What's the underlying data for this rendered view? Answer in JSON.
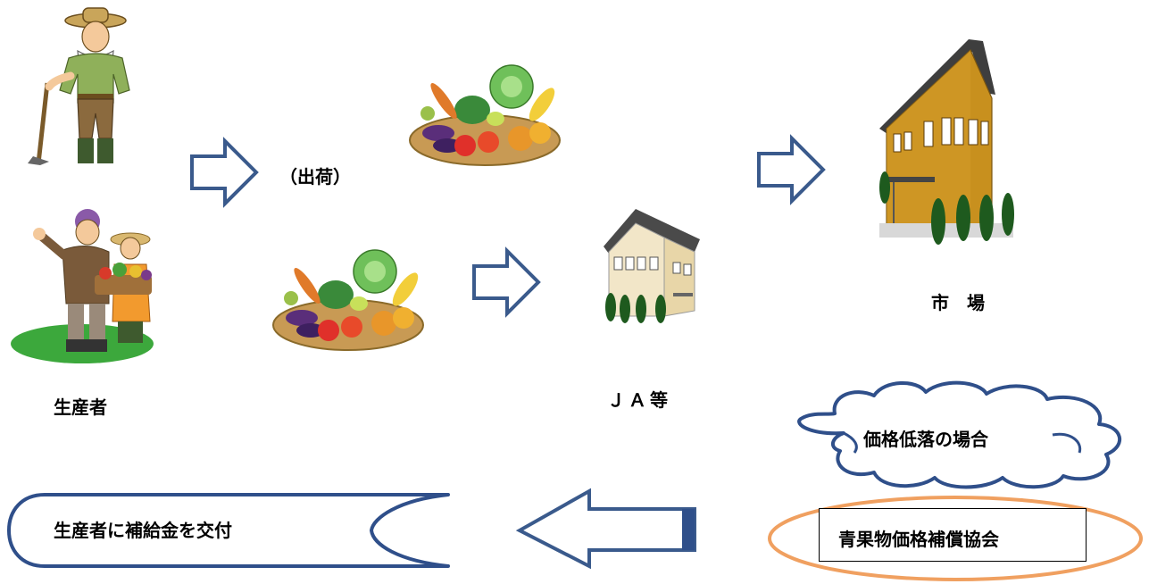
{
  "labels": {
    "producer": "生産者",
    "shipping": "（出荷）",
    "ja": "ＪＡ等",
    "market": "市　場",
    "price_drop": "価格低落の場合",
    "association": "青果物価格補償協会",
    "subsidy": "生産者に補給金を交付"
  },
  "colors": {
    "arrow_stroke": "#3A5A8C",
    "cloud_stroke": "#2F4F8A",
    "ellipse_stroke": "#F0A060",
    "house_body": "#F2E6C8",
    "market_body": "#C8901E",
    "roof": "#4A4A4A"
  }
}
